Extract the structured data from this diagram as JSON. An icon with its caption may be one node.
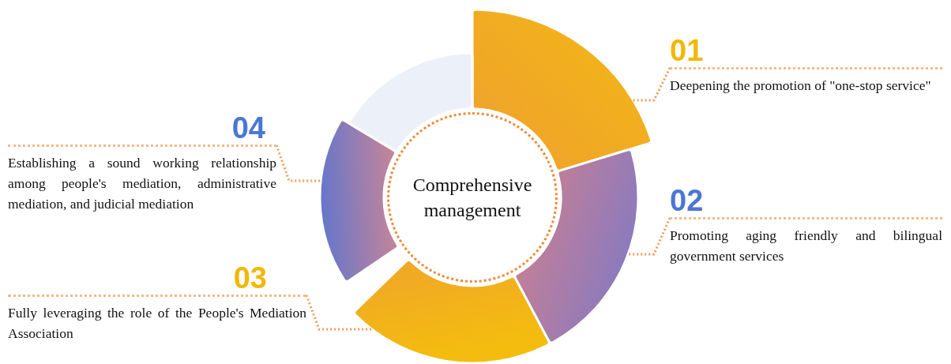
{
  "diagram": {
    "nodes": [
      {
        "text": [
          "Comprehensive management"
        ]
      },
      {
        "text": [],
        "shape": "sector"
      },
      {
        "text": [],
        "shape": "sector"
      },
      {
        "text": [],
        "shape": "sector"
      },
      {
        "text": [],
        "shape": "sector"
      },
      {
        "text": [],
        "shape": "sector"
      },
      {
        "text": [
          "01",
          "Deepening the promotion of \"one-stop service\""
        ]
      },
      {
        "text": [
          "02",
          "Promoting aging friendly and bilingual government services"
        ]
      },
      {
        "text": [
          "03",
          "Fully leveraging the role of the People's Mediation Association"
        ]
      },
      {
        "text": [
          "04",
          "Establishing a sound working relationship among people's mediation, administrative mediation, and judicial mediation"
        ]
      }
    ],
    "edges": [
      {
        "from": 6,
        "to": 1,
        "arrow": "none"
      },
      {
        "from": 7,
        "to": 2,
        "arrow": "none"
      },
      {
        "from": 8,
        "to": 3,
        "arrow": "none"
      },
      {
        "from": 9,
        "to": 4,
        "arrow": "none"
      }
    ]
  }
}
